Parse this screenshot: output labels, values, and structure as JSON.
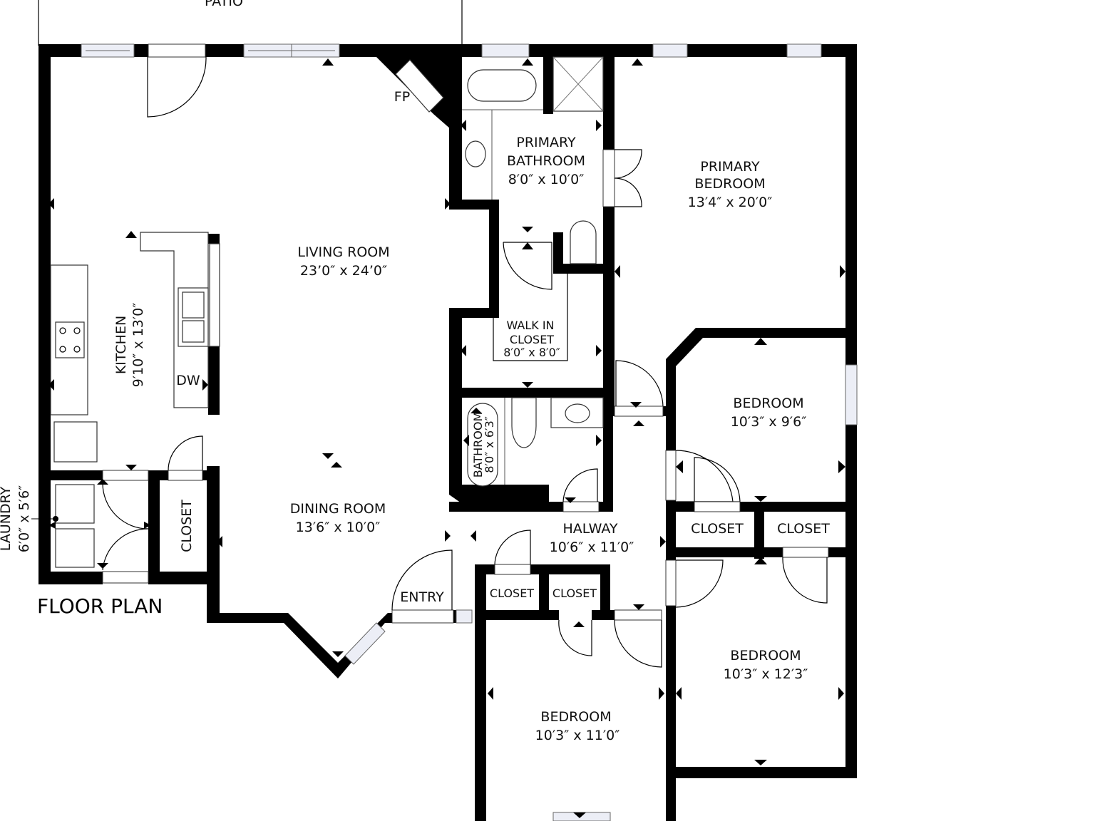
{
  "plan": {
    "title": "FLOOR PLAN",
    "outdoor_label": "PATIO",
    "fireplace_label": "FP",
    "dishwasher_label": "DW",
    "entry_label": "ENTRY"
  },
  "rooms": {
    "living_room": {
      "name": "LIVING ROOM",
      "size": "23’0″ x 24’0″"
    },
    "kitchen": {
      "name": "KITCHEN",
      "size": "9′10″ x 13′0″"
    },
    "dining_room": {
      "name": "DINING ROOM",
      "size": "13′6″ x 10′0″"
    },
    "laundry": {
      "name": "LAUNDRY",
      "size": "6′0″ x 5′6″"
    },
    "primary_bathroom": {
      "name_line1": "PRIMARY",
      "name_line2": "BATHROOM",
      "size": "8′0″ x 10′0″"
    },
    "primary_bedroom": {
      "name_line1": "PRIMARY",
      "name_line2": "BEDROOM",
      "size": "13′4″ x 20′0″"
    },
    "walk_in_closet": {
      "name_line1": "WALK IN",
      "name_line2": "CLOSET",
      "size": "8′0″ x 8′0″"
    },
    "bathroom": {
      "name": "BATHROOM",
      "size": "8′0″ x 6′3″"
    },
    "halway": {
      "name": "HALWAY",
      "size": "10′6″ x 11′0″"
    },
    "bedroom_east": {
      "name": "BEDROOM",
      "size": "10′3″ x 9′6″"
    },
    "bedroom_southeast": {
      "name": "BEDROOM",
      "size": "10′3″ x 12′3″"
    },
    "bedroom_south": {
      "name": "BEDROOM",
      "size": "10′3″ x 11′0″"
    }
  },
  "closets": {
    "kitchen_closet": "CLOSET",
    "east_closet_1": "CLOSET",
    "east_closet_2": "CLOSET",
    "hall_closet_1": "CLOSET",
    "hall_closet_2": "CLOSET"
  },
  "colors": {
    "wall": "#000000",
    "window_fill": "#eceef6",
    "background": "#ffffff"
  }
}
